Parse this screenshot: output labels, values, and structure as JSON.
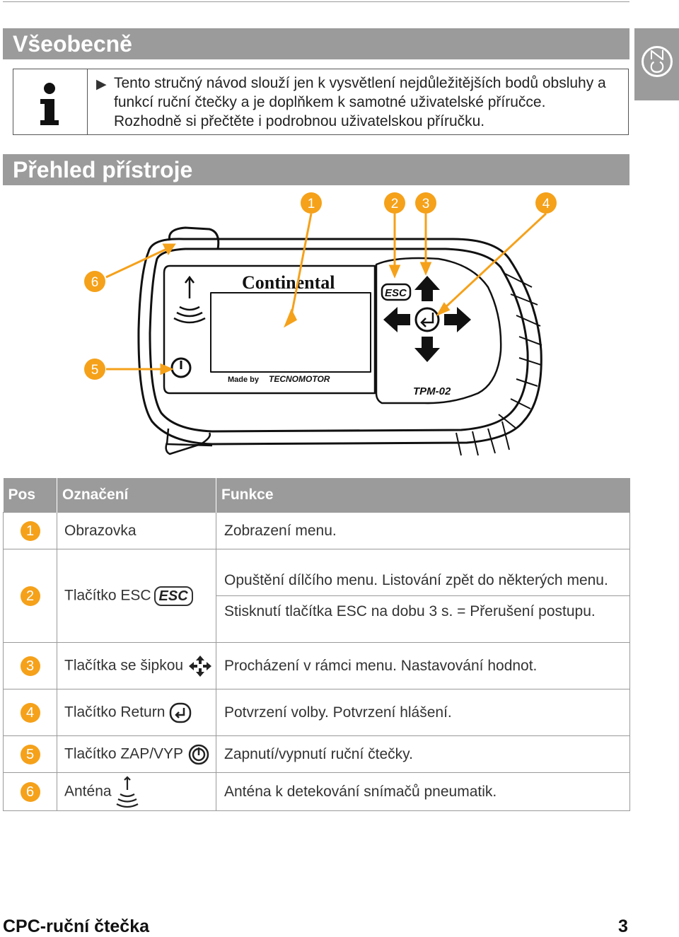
{
  "language_tab": "CZ",
  "section1": {
    "title": "Všeobecně",
    "info_text": "Tento stručný návod slouží jen k vysvětlení nejdůležitějších bodů obsluhy a funkcí ruční čtečky a je doplňkem k samotné uživatelské příručce. Rozhodně si přečtěte i podrobnou uživatelskou příručku."
  },
  "section2": {
    "title": "Přehled přístroje"
  },
  "device": {
    "brand": "Continental",
    "made_by": "Made by",
    "maker": "TECNOMOTOR",
    "model": "TPM-02",
    "esc_label": "ESC",
    "callouts": [
      "1",
      "2",
      "3",
      "4",
      "5",
      "6"
    ]
  },
  "table": {
    "headers": [
      "Pos",
      "Označení",
      "Funkce"
    ],
    "rows": [
      {
        "pos": "1",
        "label": "Obrazovka",
        "functions": [
          "Zobrazení menu."
        ]
      },
      {
        "pos": "2",
        "label": "Tlačítko ESC",
        "badge": "ESC",
        "functions": [
          "Opuštění dílčího menu. Listování zpět do některých menu.",
          "Stisknutí tlačítka ESC na dobu 3 s. = Přerušení postupu."
        ]
      },
      {
        "pos": "3",
        "label": "Tlačítka se šipkou",
        "functions": [
          "Procházení v rámci menu. Nastavování hodnot."
        ]
      },
      {
        "pos": "4",
        "label": "Tlačítko Return",
        "functions": [
          "Potvrzení volby. Potvrzení hlášení."
        ]
      },
      {
        "pos": "5",
        "label": "Tlačítko ZAP/VYP",
        "functions": [
          "Zapnutí/vypnutí ruční čtečky."
        ]
      },
      {
        "pos": "6",
        "label": "Anténa",
        "functions": [
          "Anténa k detekování snímačů pneumatik."
        ]
      }
    ]
  },
  "footer": {
    "title": "CPC-ruční čtečka",
    "page": "3"
  },
  "colors": {
    "band_gray": "#9b9b9b",
    "accent_orange": "#f5a11a"
  }
}
